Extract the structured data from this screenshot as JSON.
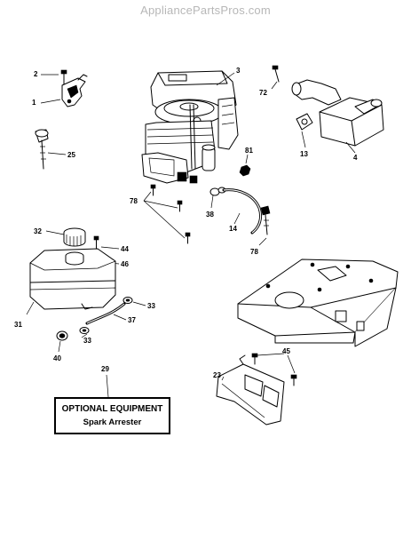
{
  "header": {
    "site": "AppliancePartsPros.com"
  },
  "callouts": {
    "p2": "2",
    "p1": "1",
    "p25": "25",
    "p3": "3",
    "p72": "72",
    "p13": "13",
    "p4": "4",
    "p81": "81",
    "p78a": "78",
    "p38": "38",
    "p14": "14",
    "p78b": "78",
    "p32": "32",
    "p44": "44",
    "p46": "46",
    "p31": "31",
    "p33a": "33",
    "p37": "37",
    "p33b": "33",
    "p40": "40",
    "p29": "29",
    "p45": "45",
    "p23": "23"
  },
  "optional_box": {
    "title": "OPTIONAL EQUIPMENT",
    "subtitle": "Spark Arrester"
  }
}
